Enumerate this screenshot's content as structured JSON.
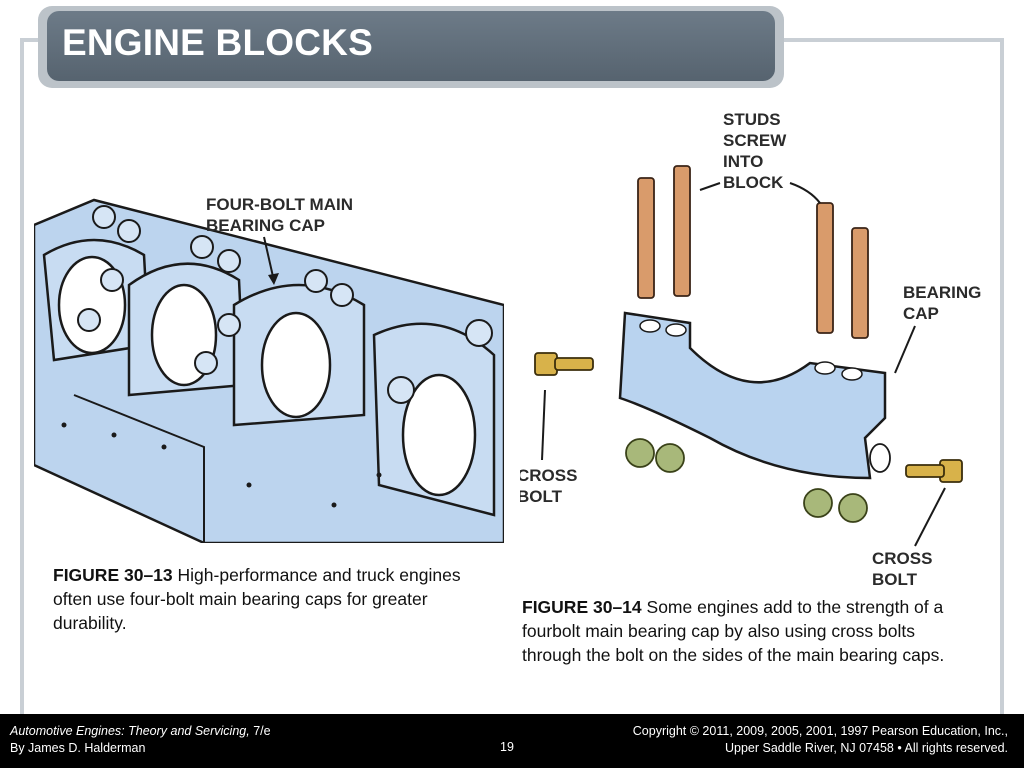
{
  "slide": {
    "title": "ENGINE BLOCKS"
  },
  "figure_left": {
    "callout": [
      "FOUR-BOLT MAIN",
      "BEARING CAP"
    ],
    "caption_number": "FIGURE 30–13",
    "caption_text": "High-performance and truck engines often use four-bolt main bearing caps for greater durability."
  },
  "figure_right": {
    "callouts": {
      "studs": [
        "STUDS",
        "SCREW",
        "INTO",
        "BLOCK"
      ],
      "bearing_cap": [
        "BEARING",
        "CAP"
      ],
      "cross_bolt_left": [
        "CROSS",
        "BOLT"
      ],
      "cross_bolt_right": [
        "CROSS",
        "BOLT"
      ]
    },
    "caption_number": "FIGURE 30–14",
    "caption_text": "Some engines add to the strength of a fourbolt main bearing cap by also using cross bolts through the bolt on the sides of the main bearing caps."
  },
  "footer": {
    "book_title": "Automotive Engines: Theory and Servicing,",
    "edition": "7/e",
    "author": "By James D. Halderman",
    "page_number": "19",
    "copyright_line1": "Copyright © 2011, 2009, 2005, 2001, 1997 Pearson Education, Inc.,",
    "copyright_line2": "Upper Saddle River, NJ 07458 • All rights reserved."
  },
  "colors": {
    "title_bar": "#5d6a76",
    "part_blue": "#b9d3ef",
    "stud_copper": "#d79a6a",
    "nut_green": "#a8b87a",
    "bolt_gold": "#d8b24a"
  }
}
